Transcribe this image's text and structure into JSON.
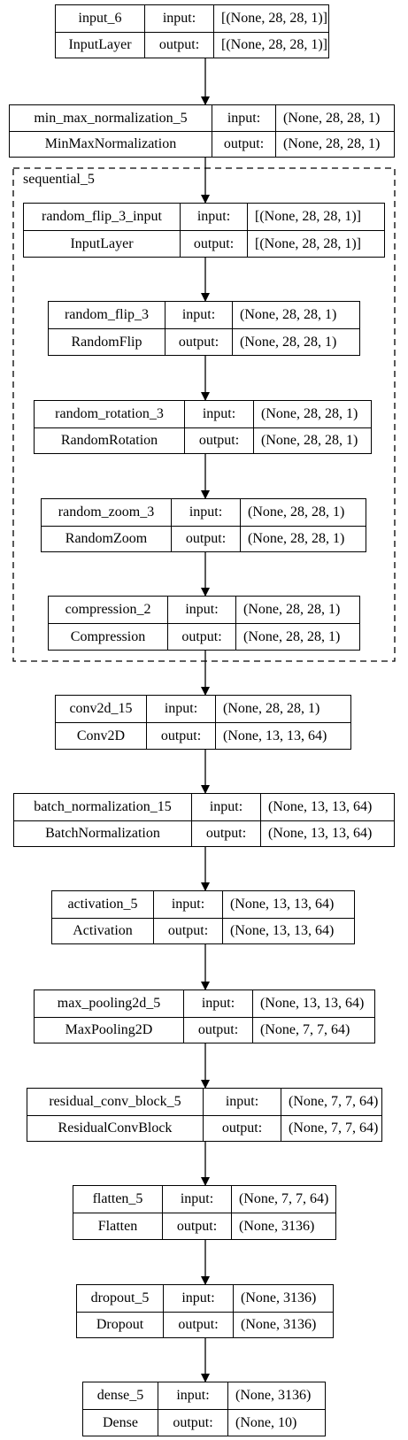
{
  "colors": {
    "stroke": "#000000",
    "background": "#ffffff",
    "text": "#000000"
  },
  "group": {
    "label": "sequential_5"
  },
  "ports": {
    "input_label": "input:",
    "output_label": "output:"
  },
  "nodes": [
    {
      "name": "input_6",
      "class": "InputLayer",
      "input": "[(None, 28, 28, 1)]",
      "output": "[(None, 28, 28, 1)]"
    },
    {
      "name": "min_max_normalization_5",
      "class": "MinMaxNormalization",
      "input": "(None, 28, 28, 1)",
      "output": "(None, 28, 28, 1)"
    },
    {
      "name": "random_flip_3_input",
      "class": "InputLayer",
      "input": "[(None, 28, 28, 1)]",
      "output": "[(None, 28, 28, 1)]"
    },
    {
      "name": "random_flip_3",
      "class": "RandomFlip",
      "input": "(None, 28, 28, 1)",
      "output": "(None, 28, 28, 1)"
    },
    {
      "name": "random_rotation_3",
      "class": "RandomRotation",
      "input": "(None, 28, 28, 1)",
      "output": "(None, 28, 28, 1)"
    },
    {
      "name": "random_zoom_3",
      "class": "RandomZoom",
      "input": "(None, 28, 28, 1)",
      "output": "(None, 28, 28, 1)"
    },
    {
      "name": "compression_2",
      "class": "Compression",
      "input": "(None, 28, 28, 1)",
      "output": "(None, 28, 28, 1)"
    },
    {
      "name": "conv2d_15",
      "class": "Conv2D",
      "input": "(None, 28, 28, 1)",
      "output": "(None, 13, 13, 64)"
    },
    {
      "name": "batch_normalization_15",
      "class": "BatchNormalization",
      "input": "(None, 13, 13, 64)",
      "output": "(None, 13, 13, 64)"
    },
    {
      "name": "activation_5",
      "class": "Activation",
      "input": "(None, 13, 13, 64)",
      "output": "(None, 13, 13, 64)"
    },
    {
      "name": "max_pooling2d_5",
      "class": "MaxPooling2D",
      "input": "(None, 13, 13, 64)",
      "output": "(None, 7, 7, 64)"
    },
    {
      "name": "residual_conv_block_5",
      "class": "ResidualConvBlock",
      "input": "(None, 7, 7, 64)",
      "output": "(None, 7, 7, 64)"
    },
    {
      "name": "flatten_5",
      "class": "Flatten",
      "input": "(None, 7, 7, 64)",
      "output": "(None, 3136)"
    },
    {
      "name": "dropout_5",
      "class": "Dropout",
      "input": "(None, 3136)",
      "output": "(None, 3136)"
    },
    {
      "name": "dense_5",
      "class": "Dense",
      "input": "(None, 3136)",
      "output": "(None, 10)"
    }
  ]
}
